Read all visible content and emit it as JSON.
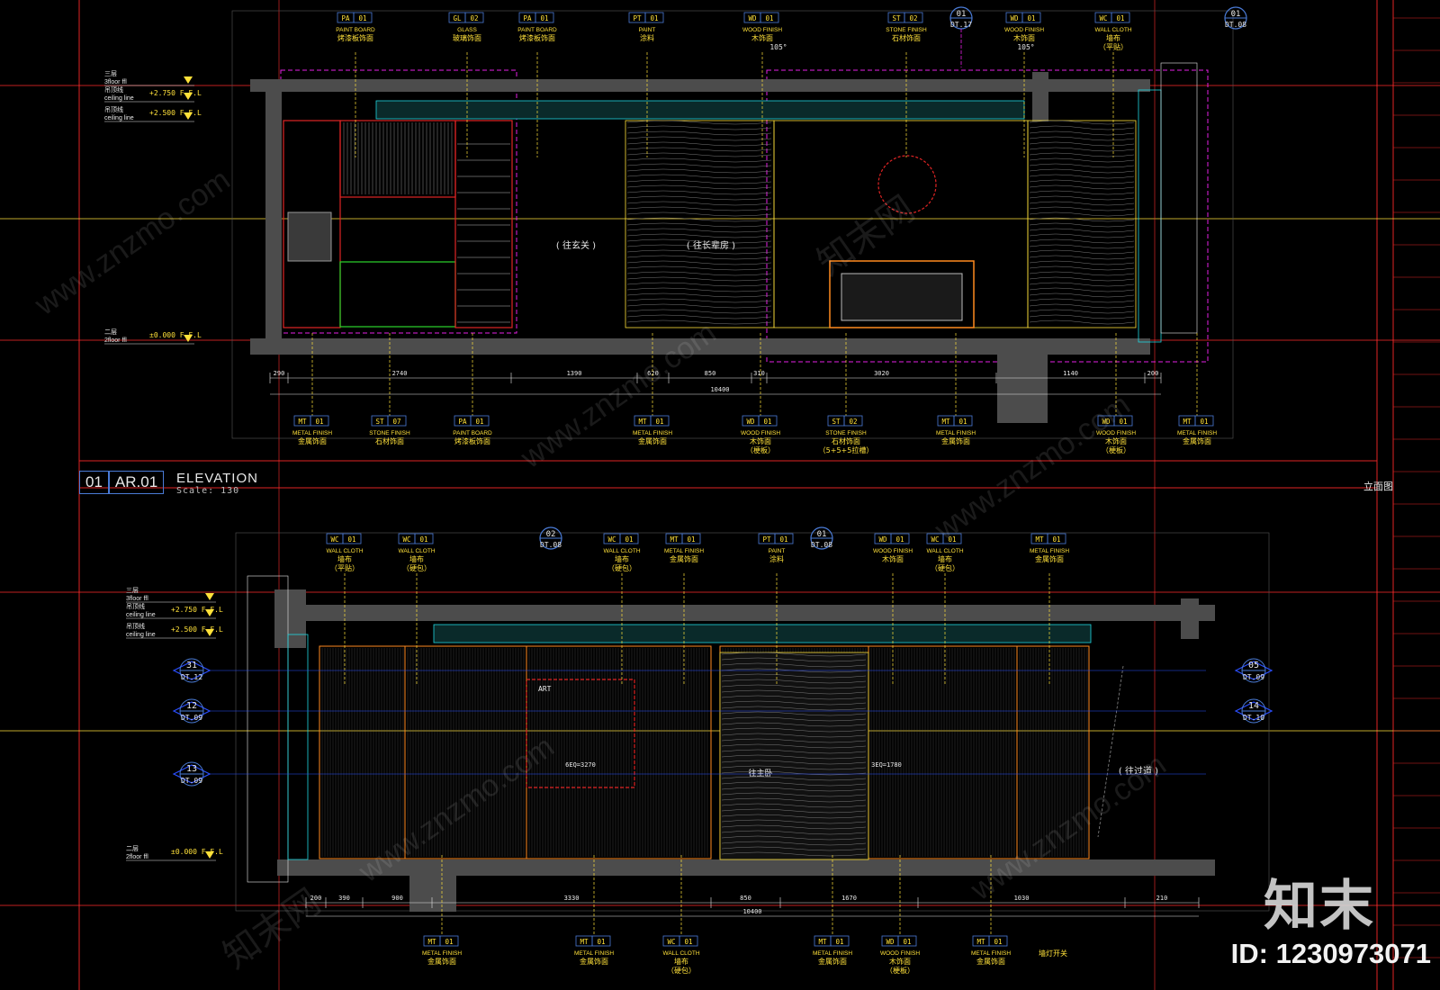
{
  "colors": {
    "bg": "#000000",
    "frame": "#e02424",
    "grid": "#ff2d2d",
    "yellow": "#ffe13a",
    "magenta": "#e51fe5",
    "blue": "#2b4fff",
    "cyan": "#1fd6e0",
    "green": "#2bd62b",
    "orange": "#ff8a1f",
    "white": "#e8e8e8",
    "gray": "#4c4c4c"
  },
  "title_block": {
    "number": "01",
    "sheet": "AR.01",
    "title": "ELEVATION",
    "scale": "Scale: 130",
    "right_label": "立面图"
  },
  "watermark": {
    "logo": "知末",
    "id": "ID: 1230973071",
    "text": "www.znzmo.com",
    "cn": "知末网"
  },
  "top": {
    "levels": [
      {
        "name": "三层",
        "sub": "3floor ffl"
      },
      {
        "name": "吊顶线",
        "sub": "ceiling line",
        "value": "+2.750 F.F.L"
      },
      {
        "name": "吊顶线",
        "sub": "ceiling line",
        "value": "+2.500 F.F.L"
      },
      {
        "name": "二层",
        "sub": "2floor ffl",
        "value": "±0.000 F.F.L"
      }
    ],
    "tags": [
      {
        "code": "PA",
        "num": "01",
        "en": "PAINT BOARD",
        "cn": "烤漆板饰面"
      },
      {
        "code": "GL",
        "num": "02",
        "en": "GLASS",
        "cn": "玻璃饰面"
      },
      {
        "code": "PA",
        "num": "01",
        "en": "PAINT BOARD",
        "cn": "烤漆板饰面"
      },
      {
        "code": "PT",
        "num": "01",
        "en": "PAINT",
        "cn": "涂料"
      },
      {
        "code": "WD",
        "num": "01",
        "en": "WOOD FINISH",
        "cn": "木饰面"
      },
      {
        "code": "ST",
        "num": "02",
        "en": "STONE FINISH",
        "cn": "石材饰面"
      },
      {
        "code": "WD",
        "num": "01",
        "en": "WOOD FINISH",
        "cn": "木饰面"
      },
      {
        "code": "WC",
        "num": "01",
        "en": "WALL CLOTH",
        "cn": "墙布",
        "extra": "（平贴）"
      }
    ],
    "callouts": [
      {
        "num": "01",
        "ref": "DT.17"
      },
      {
        "num": "01",
        "ref": "DT.08"
      }
    ],
    "bottom_tags": [
      {
        "code": "MT",
        "num": "01",
        "en": "METAL FINISH",
        "cn": "金属饰面"
      },
      {
        "code": "ST",
        "num": "07",
        "en": "STONE FINISH",
        "cn": "石材饰面"
      },
      {
        "code": "PA",
        "num": "01",
        "en": "PAINT BOARD",
        "cn": "烤漆板饰面"
      },
      {
        "code": "MT",
        "num": "01",
        "en": "METAL FINISH",
        "cn": "金属饰面"
      },
      {
        "code": "WD",
        "num": "01",
        "en": "WOOD FINISH",
        "cn": "木饰面",
        "extra": "（梗板）"
      },
      {
        "code": "ST",
        "num": "02",
        "en": "STONE FINISH",
        "cn": "石材饰面",
        "extra": "（5+5+5拉槽）"
      },
      {
        "code": "MT",
        "num": "01",
        "en": "METAL FINISH",
        "cn": "金属饰面"
      },
      {
        "code": "WD",
        "num": "01",
        "en": "WOOD FINISH",
        "cn": "木饰面",
        "extra": "（梗板）"
      },
      {
        "code": "MT",
        "num": "01",
        "en": "METAL FINISH",
        "cn": "金属饰面"
      }
    ],
    "dims": [
      "290",
      "2740",
      "1390",
      "620",
      "850",
      "310",
      "3020",
      "1140",
      "200"
    ],
    "total": "10400",
    "notes": [
      "( 往玄关 )",
      "( 往长辈房 )"
    ],
    "angles": [
      "105°",
      "105°"
    ]
  },
  "bottom": {
    "levels": [
      {
        "name": "三层",
        "sub": "3floor ffl"
      },
      {
        "name": "吊顶线",
        "sub": "ceiling line",
        "value": "+2.750 F.F.L"
      },
      {
        "name": "吊顶线",
        "sub": "ceiling line",
        "value": "+2.500 F.F.L"
      },
      {
        "name": "二层",
        "sub": "2floor ffl",
        "value": "±0.000 F.F.L"
      }
    ],
    "tags": [
      {
        "code": "WC",
        "num": "01",
        "en": "WALL CLOTH",
        "cn": "墙布",
        "extra": "（平贴）"
      },
      {
        "code": "WC",
        "num": "01",
        "en": "WALL CLOTH",
        "cn": "墙布",
        "extra": "（硬包）"
      },
      {
        "code": "WC",
        "num": "01",
        "en": "WALL CLOTH",
        "cn": "墙布",
        "extra": "（硬包）"
      },
      {
        "code": "MT",
        "num": "01",
        "en": "METAL FINISH",
        "cn": "金属饰面"
      },
      {
        "code": "PT",
        "num": "01",
        "en": "PAINT",
        "cn": "涂料"
      },
      {
        "code": "WD",
        "num": "01",
        "en": "WOOD FINISH",
        "cn": "木饰面"
      },
      {
        "code": "WC",
        "num": "01",
        "en": "WALL CLOTH",
        "cn": "墙布",
        "extra": "（硬包）"
      },
      {
        "code": "MT",
        "num": "01",
        "en": "METAL FINISH",
        "cn": "金属饰面"
      }
    ],
    "callouts_top": [
      {
        "num": "02",
        "ref": "DT.08"
      },
      {
        "num": "01",
        "ref": "DT.08"
      }
    ],
    "side_left": [
      {
        "num": "31",
        "ref": "DT.12"
      },
      {
        "num": "12",
        "ref": "DT.09"
      },
      {
        "num": "13",
        "ref": "DT.09"
      }
    ],
    "side_right": [
      {
        "num": "05",
        "ref": "DT.09"
      },
      {
        "num": "14",
        "ref": "DT.10"
      }
    ],
    "bottom_tags": [
      {
        "code": "MT",
        "num": "01",
        "en": "METAL FINISH",
        "cn": "金属饰面"
      },
      {
        "code": "MT",
        "num": "01",
        "en": "METAL FINISH",
        "cn": "金属饰面"
      },
      {
        "code": "WC",
        "num": "01",
        "en": "WALL CLOTH",
        "cn": "墙布",
        "extra": "（硬包）"
      },
      {
        "code": "MT",
        "num": "01",
        "en": "METAL FINISH",
        "cn": "金属饰面"
      },
      {
        "code": "WD",
        "num": "01",
        "en": "WOOD FINISH",
        "cn": "木饰面",
        "extra": "（梗板）"
      },
      {
        "code": "MT",
        "num": "01",
        "en": "METAL FINISH",
        "cn": "金属饰面"
      }
    ],
    "dims": [
      "200",
      "390",
      "900",
      "3330",
      "850",
      "1670",
      "1030",
      "210"
    ],
    "total": "10400",
    "notes": [
      "ART",
      "( 往过道 )",
      "往主卧",
      "墙灯开关",
      "6EQ=3270",
      "3EQ=1780"
    ]
  }
}
